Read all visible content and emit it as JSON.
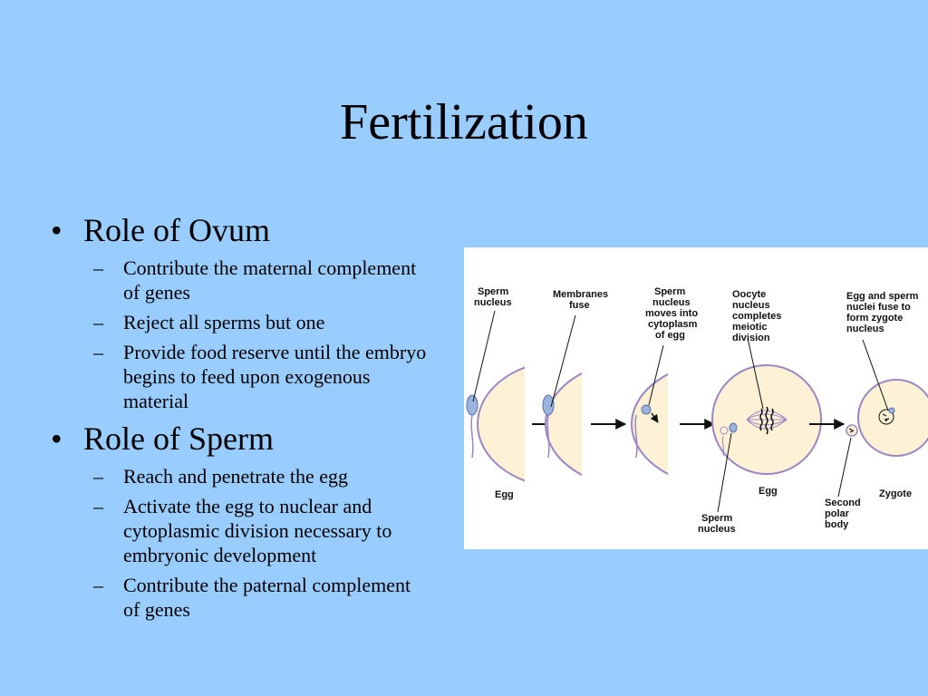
{
  "slide": {
    "title": "Fertilization",
    "sections": [
      {
        "heading": "Role of Ovum",
        "items": [
          "Contribute the maternal complement of genes",
          "Reject all sperms but one",
          "Provide food reserve until the embryo begins to feed upon exogenous material"
        ]
      },
      {
        "heading": "Role of Sperm",
        "items": [
          "Reach and penetrate the egg",
          "Activate the egg to nuclear and cytoplasmic division necessary to embryonic development",
          "Contribute the paternal complement of genes"
        ]
      }
    ]
  },
  "figure": {
    "labels": {
      "sperm_nucleus_1": [
        "Sperm",
        "nucleus"
      ],
      "membranes_fuse": [
        "Membranes",
        "fuse"
      ],
      "sperm_moves": [
        "Sperm",
        "nucleus",
        "moves into",
        "cytoplasm",
        "of egg"
      ],
      "oocyte": [
        "Oocyte",
        "nucleus",
        "completes",
        "meiotic",
        "division"
      ],
      "fuse": [
        "Egg and sperm",
        "nuclei fuse to",
        "form zygote",
        "nucleus"
      ],
      "egg_1": [
        "Egg"
      ],
      "egg_2": [
        "Egg"
      ],
      "sperm_nucleus_2": [
        "Sperm",
        "nucleus"
      ],
      "polar_body": [
        "Second",
        "polar",
        "body"
      ],
      "zygote": [
        "Zygote"
      ]
    }
  },
  "colors": {
    "background": "#99ccff",
    "cell_fill": "#fdf1d6",
    "cell_outline": "#9b86c4",
    "nucleus": "#9bb4de"
  }
}
